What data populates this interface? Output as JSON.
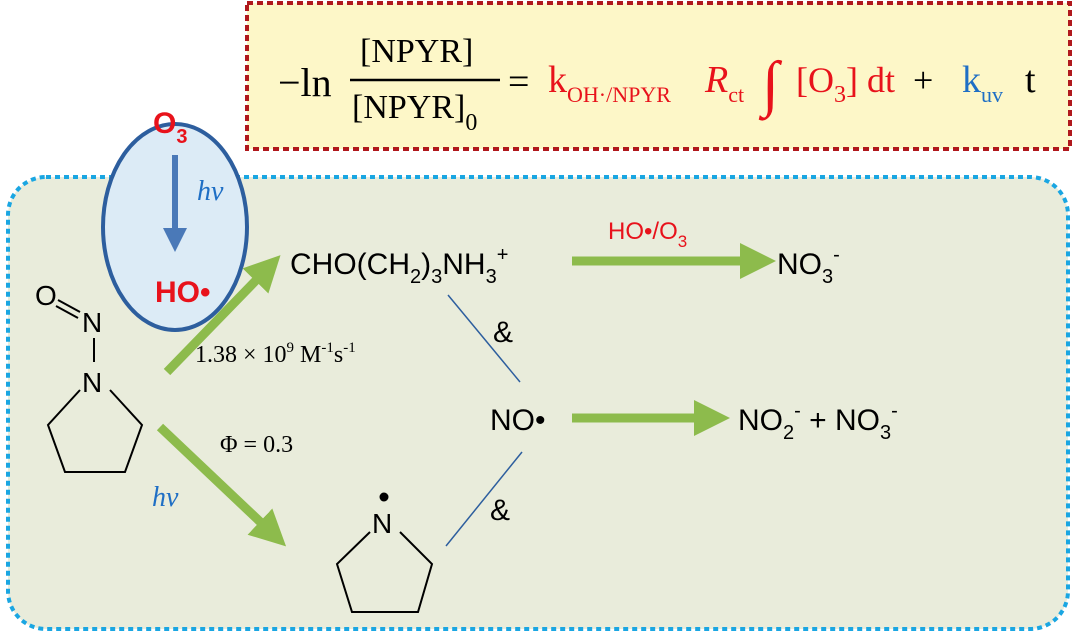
{
  "colors": {
    "green_box_fill": "#e9ecdb",
    "green_box_border": "#1aa6e2",
    "equation_fill": "#fdf7c8",
    "equation_border": "#b0181c",
    "arrow_green": "#8dbb4c",
    "ellipse_fill": "#dcebf6",
    "ellipse_border": "#2d5e9e",
    "ellipse_arrow": "#4a79b8",
    "red": "#e8121b",
    "blue": "#1f6fc5",
    "black": "#000000"
  },
  "equation": {
    "minus_ln": "−ln",
    "numerator": "[NPYR]",
    "denominator": "[NPYR]",
    "denominator_sub": "0",
    "equals": "=",
    "k_main": "k",
    "k_sub": "OH·/NPYR",
    "r": "R",
    "r_sub": "ct",
    "integral": "∫",
    "o3_open": "[O",
    "o3_sub": "3",
    "o3_close": "] dt",
    "plus": "+",
    "kuv_main": "k",
    "kuv_sub": "uv",
    "t": "t"
  },
  "ellipse": {
    "o3": "O",
    "o3_sub": "3",
    "hv": "hν",
    "ho_radical": "HO•"
  },
  "molecule_npyr": {
    "o_atom": "O",
    "n_upper": "N",
    "n_ring": "N"
  },
  "molecule_radical": {
    "n_atom": "N",
    "dot": "•"
  },
  "products": {
    "aldehyde": {
      "a": "CHO(CH",
      "s1": "2",
      "b": ")",
      "s2": "3",
      "c": "NH",
      "s3": "3",
      "sup": "+"
    },
    "nitrate_top": {
      "main": "NO",
      "sub": "3",
      "sup": "-"
    },
    "no_radical": "NO•",
    "nitrite_nitrate": {
      "a": "NO",
      "s1": "2",
      "sup1": "-",
      "plus": " + NO",
      "s2": "3",
      "sup2": "-"
    },
    "amp_top": "&",
    "amp_bottom": "&"
  },
  "labels": {
    "ho_o3": {
      "a": "HO•/O",
      "sub": "3"
    },
    "rate_constant": {
      "a": "1.38 × 10",
      "exp": "9",
      "b": " M",
      "exp2": "-1",
      "c": "s",
      "exp3": "-1"
    },
    "quantum_yield": "Φ = 0.3",
    "hv_lower": "hν"
  }
}
